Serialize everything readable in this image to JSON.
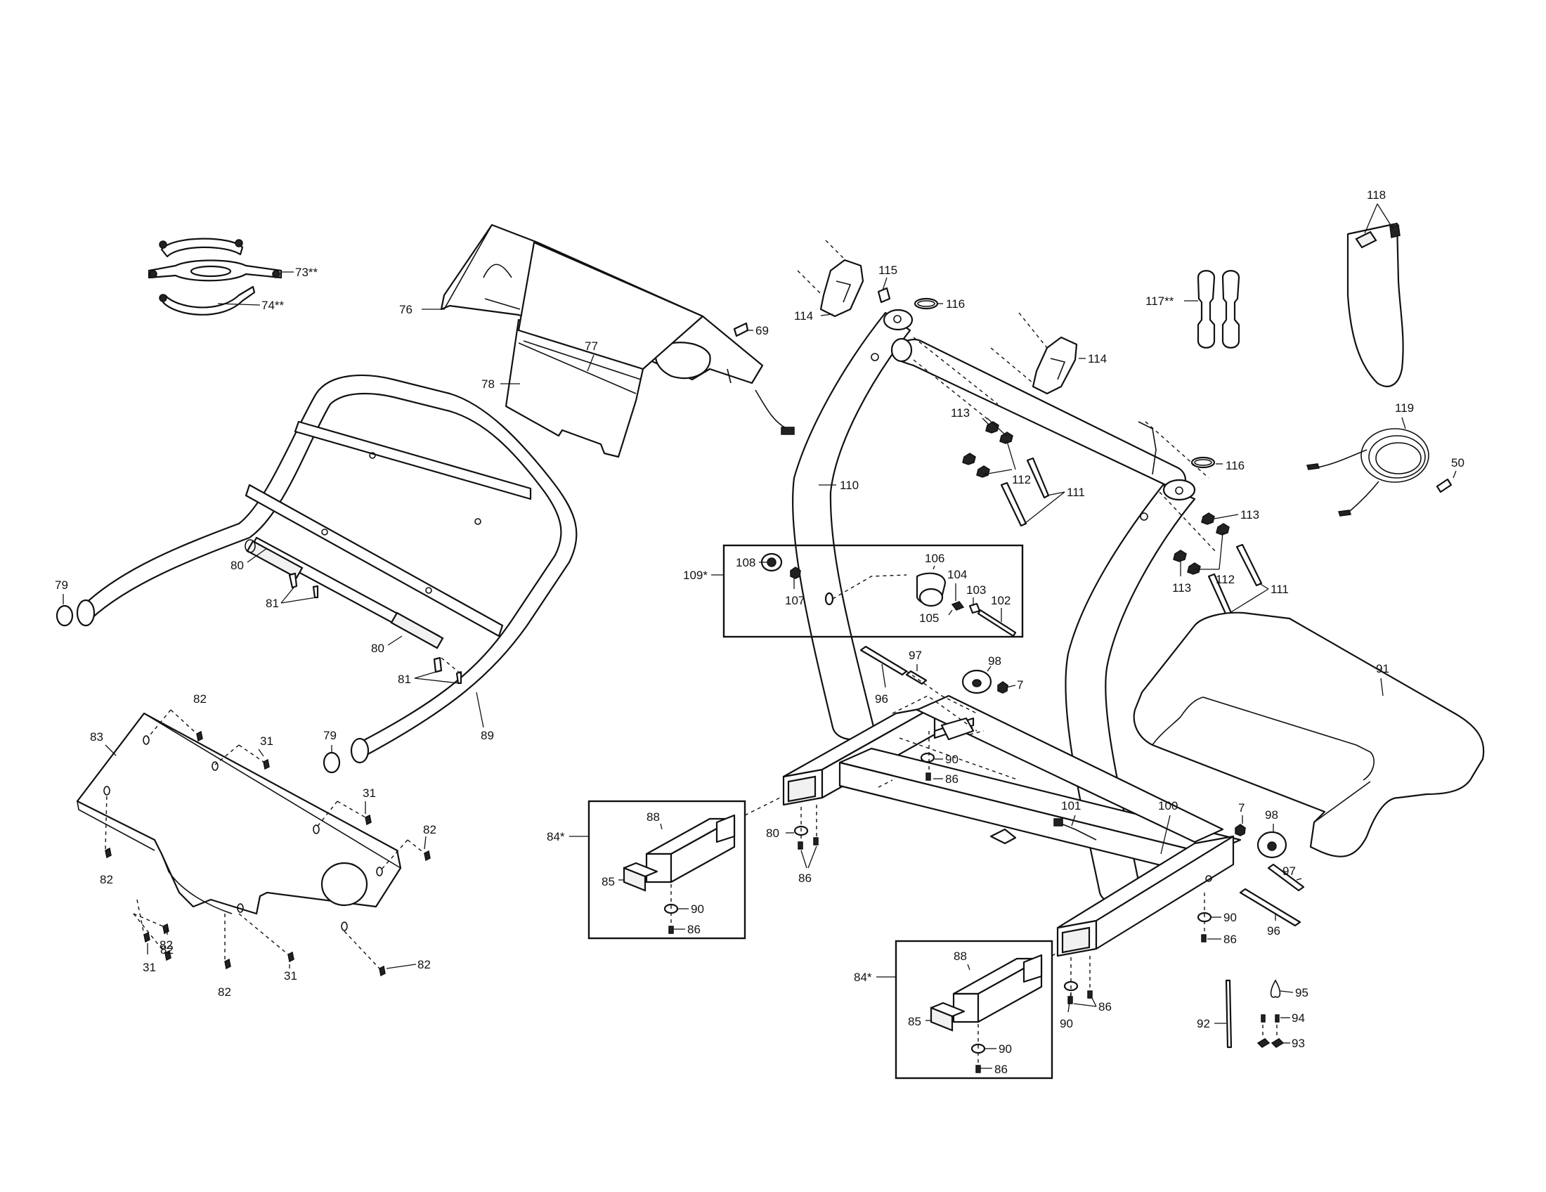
{
  "labels": {
    "l73": "73**",
    "l74": "74**",
    "l76": "76",
    "l77": "77",
    "l78": "78",
    "l69": "69",
    "l79a": "79",
    "l79b": "79",
    "l80a": "80",
    "l80b": "80",
    "l81a": "81",
    "l81b": "81",
    "l89": "89",
    "l83": "83",
    "l82a": "82",
    "l82b": "82",
    "l82c": "82",
    "l82d": "82",
    "l82e": "82",
    "l82f": "82",
    "l82g": "82",
    "l31a": "31",
    "l31b": "31",
    "l31c": "31",
    "l31d": "31",
    "l114a": "114",
    "l114b": "114",
    "l115": "115",
    "l116a": "116",
    "l116b": "116",
    "l110": "110",
    "l113a": "113",
    "l113b": "113",
    "l113c": "113",
    "l112a": "112",
    "l112b": "112",
    "l111a": "111",
    "l111b": "111",
    "l117": "117**",
    "l118": "118",
    "l119": "119",
    "l50": "50",
    "l109": "109*",
    "l108": "108",
    "l107": "107",
    "l106": "106",
    "l104": "104",
    "l103": "103",
    "l102": "102",
    "l105": "105",
    "l96a": "96",
    "l96b": "96",
    "l97a": "97",
    "l97b": "97",
    "l98a": "98",
    "l98b": "98",
    "l7a": "7",
    "l7b": "7",
    "l91": "91",
    "l90a": "90",
    "l90b": "90",
    "l90c": "90",
    "l90d": "90",
    "l90e": "90",
    "l86a": "86",
    "l86b": "86",
    "l86c": "86",
    "l86d": "86",
    "l86e": "86",
    "l86f": "86",
    "l80c": "80",
    "l101": "101",
    "l100": "100",
    "l84a": "84*",
    "l84b": "84*",
    "l88a": "88",
    "l88b": "88",
    "l85a": "85",
    "l85b": "85",
    "l92": "92",
    "l95": "95",
    "l94": "94",
    "l93": "93"
  }
}
